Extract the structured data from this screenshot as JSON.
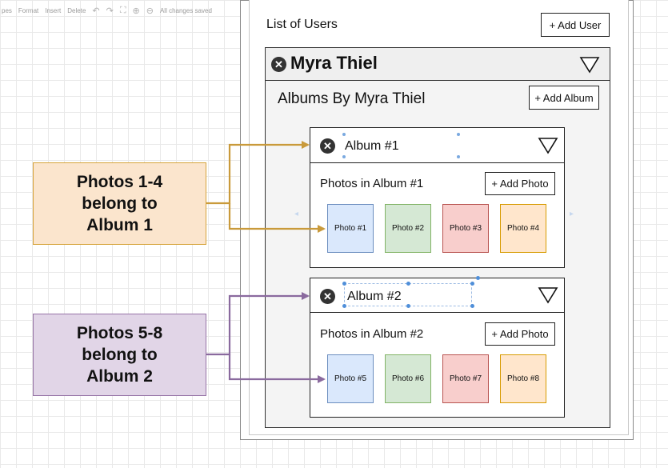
{
  "toolbar": {
    "items": [
      "pes",
      "Format",
      "Insert",
      "Delete",
      "All changes saved"
    ],
    "icons": [
      "undo-icon",
      "redo-icon",
      "fullscreen-icon",
      "zoom-in-icon",
      "zoom-out-icon"
    ]
  },
  "page": {
    "list_title": "List of Users",
    "add_user_label": "+ Add User"
  },
  "user": {
    "name": "Myra Thiel",
    "albums_title": "Albums By Myra Thiel",
    "add_album_label": "+ Add Album"
  },
  "albums": [
    {
      "title": "Album #1",
      "photos_title": "Photos in Album #1",
      "add_photo_label": "+ Add Photo",
      "photos": [
        "Photo #1",
        "Photo #2",
        "Photo #3",
        "Photo #4"
      ]
    },
    {
      "title": "Album #2",
      "photos_title": "Photos in Album #2",
      "add_photo_label": "+ Add Photo",
      "photos": [
        "Photo #5",
        "Photo #6",
        "Photo #7",
        "Photo #8"
      ]
    }
  ],
  "notes": [
    {
      "text": "Photos 1-4\nbelong to\nAlbum 1"
    },
    {
      "text": "Photos 5-8\nbelong to\nAlbum 2"
    }
  ],
  "colors": {
    "photo_blue": "#dae8fc",
    "photo_blue_border": "#6c8ebf",
    "photo_green": "#d5e8d4",
    "photo_green_border": "#82b366",
    "photo_red": "#f8cecc",
    "photo_red_border": "#b85450",
    "photo_orange": "#ffe6cc",
    "photo_orange_border": "#d79b00",
    "note1_fill": "#fbe5cd",
    "note1_border": "#d6a33a",
    "arrow1": "#c99a3b",
    "note2_fill": "#e1d5e7",
    "note2_border": "#9673a6",
    "arrow2": "#8a6a9e"
  }
}
